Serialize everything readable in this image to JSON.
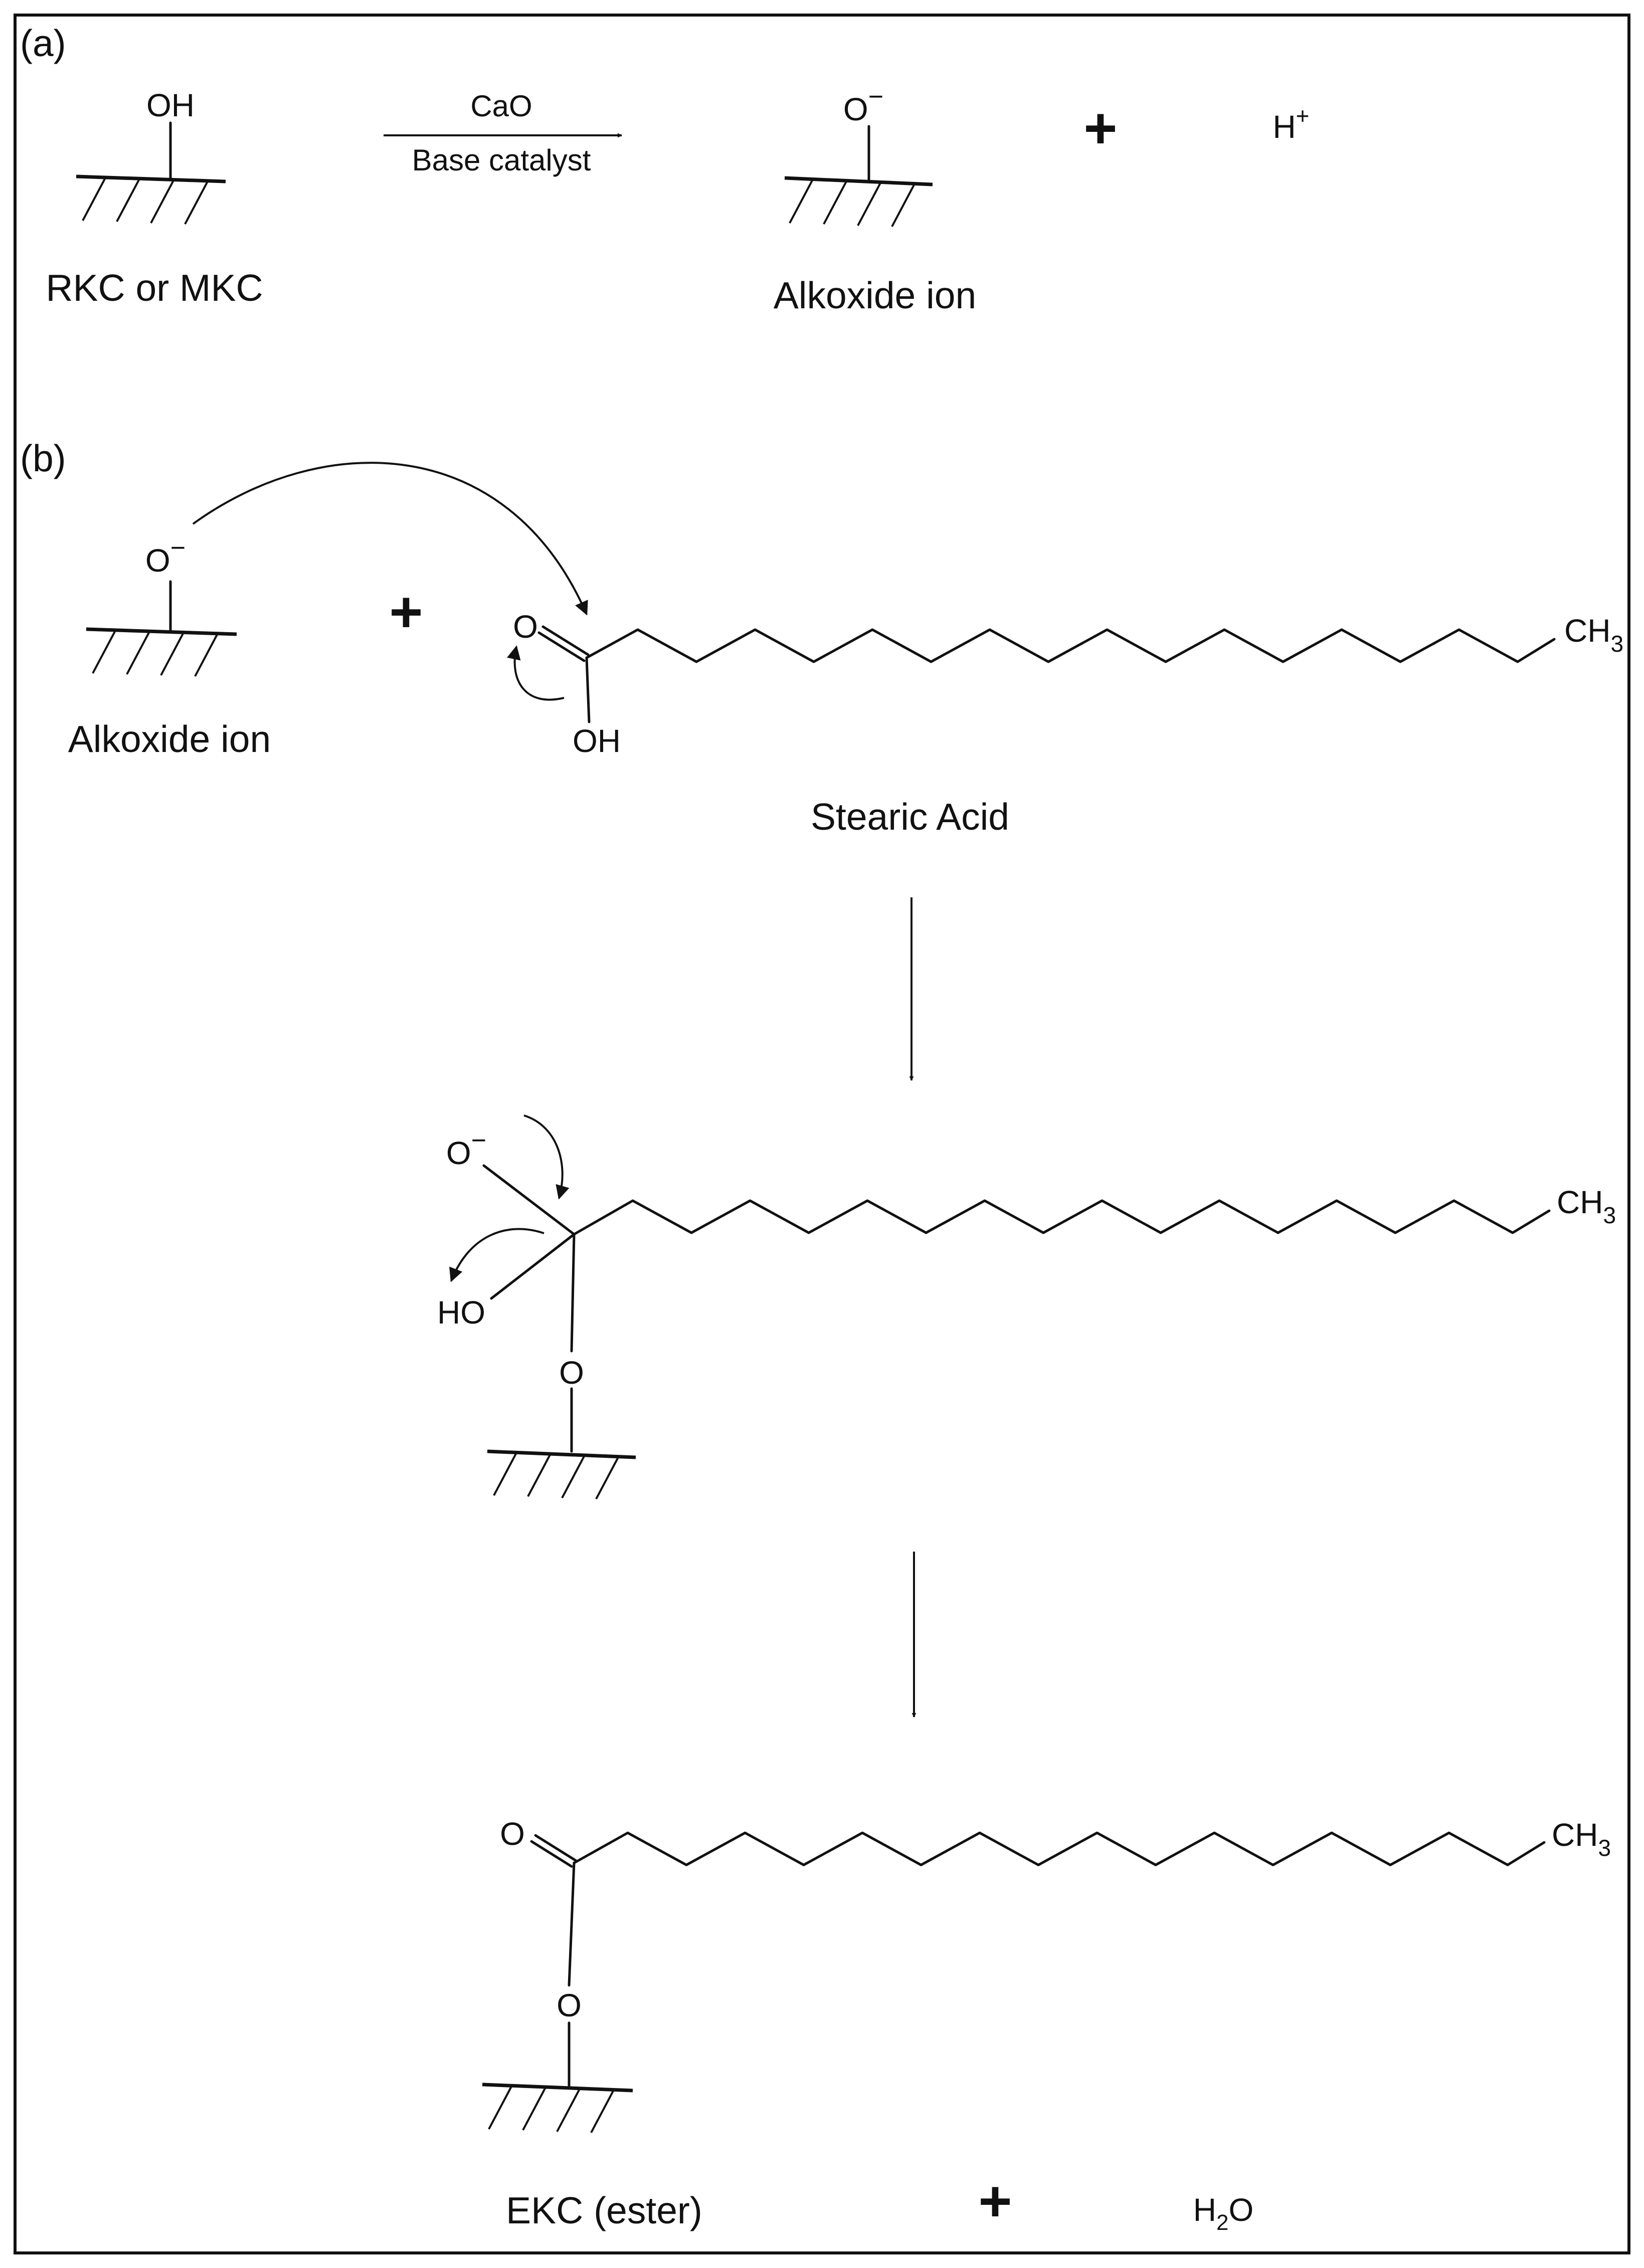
{
  "panel_a": {
    "label": "(a)",
    "reactant_group": "OH",
    "reactant_name": "RKC or MKC",
    "arrow_top": "CaO",
    "arrow_bottom": "Base catalyst",
    "product_atom": "O",
    "product_charge": "−",
    "product_name": "Alkoxide ion",
    "plus": "+",
    "proton": "H",
    "proton_charge": "+"
  },
  "panel_b": {
    "label": "(b)",
    "alkoxide_atom": "O",
    "alkoxide_charge": "−",
    "alkoxide_name": "Alkoxide ion",
    "plus": "+",
    "acid_carbonyl_o": "O",
    "acid_hydroxyl": "OH",
    "acid_terminal": "CH",
    "acid_terminal_sub": "3",
    "acid_name": "Stearic Acid",
    "intermediate_o": "O",
    "intermediate_charge": "−",
    "intermediate_hydroxyl": "HO",
    "intermediate_bridge_o": "O",
    "intermediate_terminal": "CH",
    "intermediate_terminal_sub": "3",
    "ester_carbonyl_o": "O",
    "ester_bridge_o": "O",
    "ester_terminal": "CH",
    "ester_terminal_sub": "3",
    "product_name": "EKC (ester)",
    "product_plus": "+",
    "water": "H",
    "water_sub": "2",
    "water_end": "O"
  }
}
